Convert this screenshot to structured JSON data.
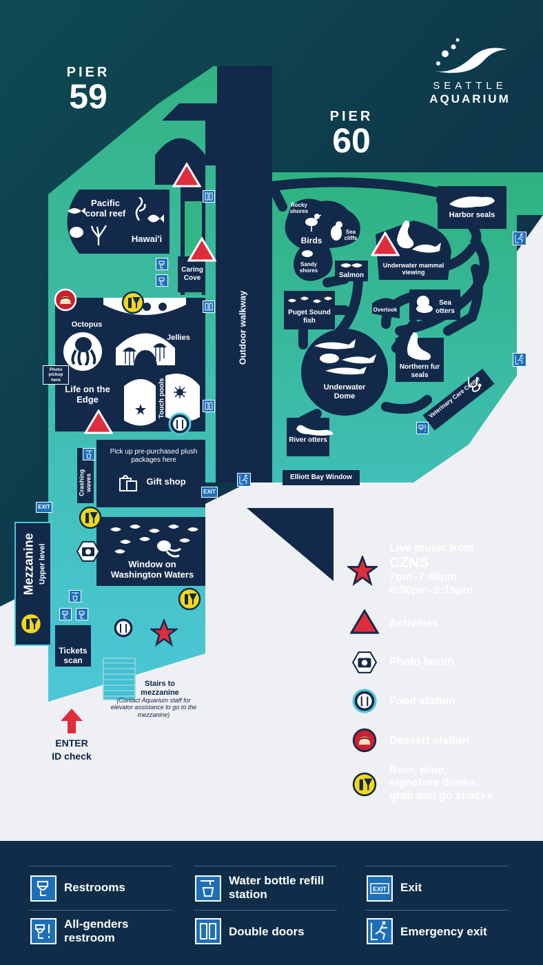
{
  "brand": {
    "line1": "SEATTLE",
    "line2": "AQUARIUM"
  },
  "piers": [
    {
      "word": "PIER",
      "number": "59"
    },
    {
      "word": "PIER",
      "number": "60"
    }
  ],
  "areas": {
    "pacific_coral_reef": "Pacific coral reef",
    "hawaii": "Hawai'i",
    "caring_cove": "Caring Cove",
    "octopus": "Octopus",
    "jellies": "Jellies",
    "photo_pickup": "Photo pickup here",
    "life_on_edge": "Life on the Edge",
    "touch_pools": "Touch pools",
    "plush": "Pick up pre-purchased plush packages here",
    "gift_shop": "Gift shop",
    "crashing_waves": "Crashing waves",
    "window_wa": "Window on Washington Waters",
    "mezzanine": "Mezzanine",
    "upper_level": "Upper level",
    "tickets_scan": "Tickets scan",
    "stairs": "Stairs to mezzanine",
    "stairs_note": "(Contact Aquarium staff for elevator assistance to go to the mezzanine)",
    "enter": "ENTER",
    "id_check": "ID check",
    "outdoor_walkway": "Outdoor walkway",
    "rocky_shores": "Rocky shores",
    "birds": "Birds",
    "sea_cliffs": "Sea cliffs",
    "sandy_shores": "Sandy shores",
    "salmon": "Salmon",
    "underwater_mammal": "Underwater mammal viewing",
    "harbor_seals": "Harbor seals",
    "puget_sound": "Puget Sound fish",
    "overlook": "Overlook",
    "sea_otters": "Sea otters",
    "underwater_dome": "Underwater Dome",
    "northern_fur_seals": "Northern fur seals",
    "veterinary": "Veterinary Care Center",
    "river_otters": "River otters",
    "elliott_bay": "Elliott Bay Window",
    "exit_sign": "EXIT"
  },
  "legend": {
    "live_music": "Live music from",
    "czns": "CZNS",
    "time1": "7pm–7:45pm",
    "time2": "8:30pm–9:15pm",
    "activities": "Activities",
    "photo_booth": "Photo booth",
    "food_station": "Food station",
    "dessert_station": "Dessert station",
    "beer": "Beer, wine, signature drinks, grab and go snacks"
  },
  "footer": {
    "restrooms": "Restrooms",
    "water": "Water bottle refill station",
    "exit": "Exit",
    "all_genders": "All-genders restroom",
    "double_doors": "Double doors",
    "emergency_exit": "Emergency exit"
  },
  "colors": {
    "navy": "#12294a",
    "teal_top": "#34b585",
    "teal_bottom": "#4cc7d6",
    "bg_dark": "#0f3548",
    "accent_red": "#e02d3c",
    "sign_blue": "#1d6fb8"
  }
}
